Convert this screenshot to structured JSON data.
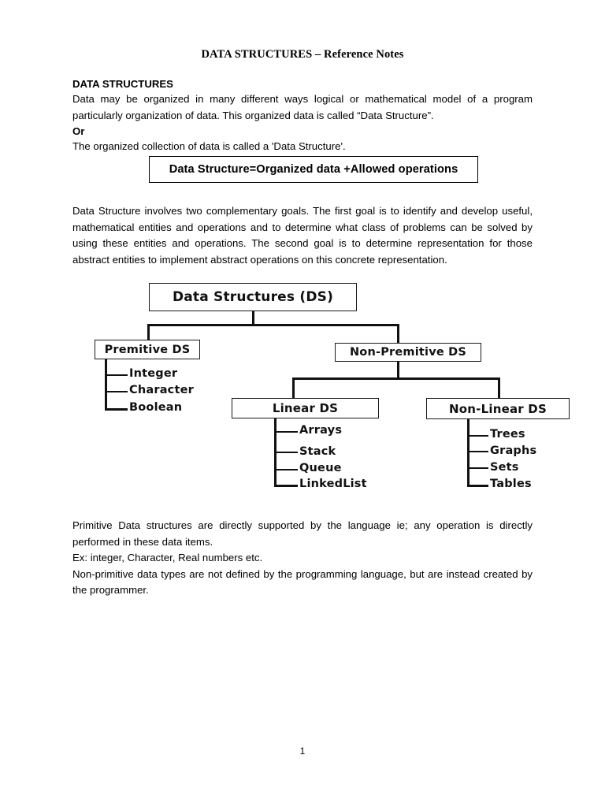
{
  "document": {
    "title": "DATA STRUCTURES – Reference Notes",
    "page_number": "1"
  },
  "section": {
    "heading": "DATA STRUCTURES",
    "intro_paragraph": "Data may be organized in many different ways logical or mathematical model of a program particularly organization of data. This organized data is called “Data Structure”.",
    "or_label": "Or",
    "alt_definition": "The organized collection of data is called a 'Data Structure'.",
    "formula": "Data Structure=Organized data +Allowed operations",
    "goals_paragraph": "Data Structure involves two complementary goals. The first goal is to identify and develop useful, mathematical entities and operations and to determine what class of problems can be solved by using these entities and operations. The second goal is to determine representation for those abstract entities to implement abstract operations on this concrete representation."
  },
  "diagram": {
    "root": "Data Structures (DS)",
    "primitive": {
      "label": "Premitive DS",
      "items": [
        "Integer",
        "Character",
        "Boolean"
      ]
    },
    "non_primitive": {
      "label": "Non-Premitive DS",
      "linear": {
        "label": "Linear DS",
        "items": [
          "Arrays",
          "Stack",
          "Queue",
          "LinkedList"
        ]
      },
      "non_linear": {
        "label": "Non-Linear DS",
        "items": [
          "Trees",
          "Graphs",
          "Sets",
          "Tables"
        ]
      }
    }
  },
  "footer_notes": {
    "primitive_note": "Primitive Data structures are directly supported by the language ie; any operation is directly performed in these data items.",
    "example": "Ex: integer, Character, Real numbers etc.",
    "non_primitive_note": "Non-primitive data types are not defined by the programming language, but are instead created by the programmer."
  }
}
